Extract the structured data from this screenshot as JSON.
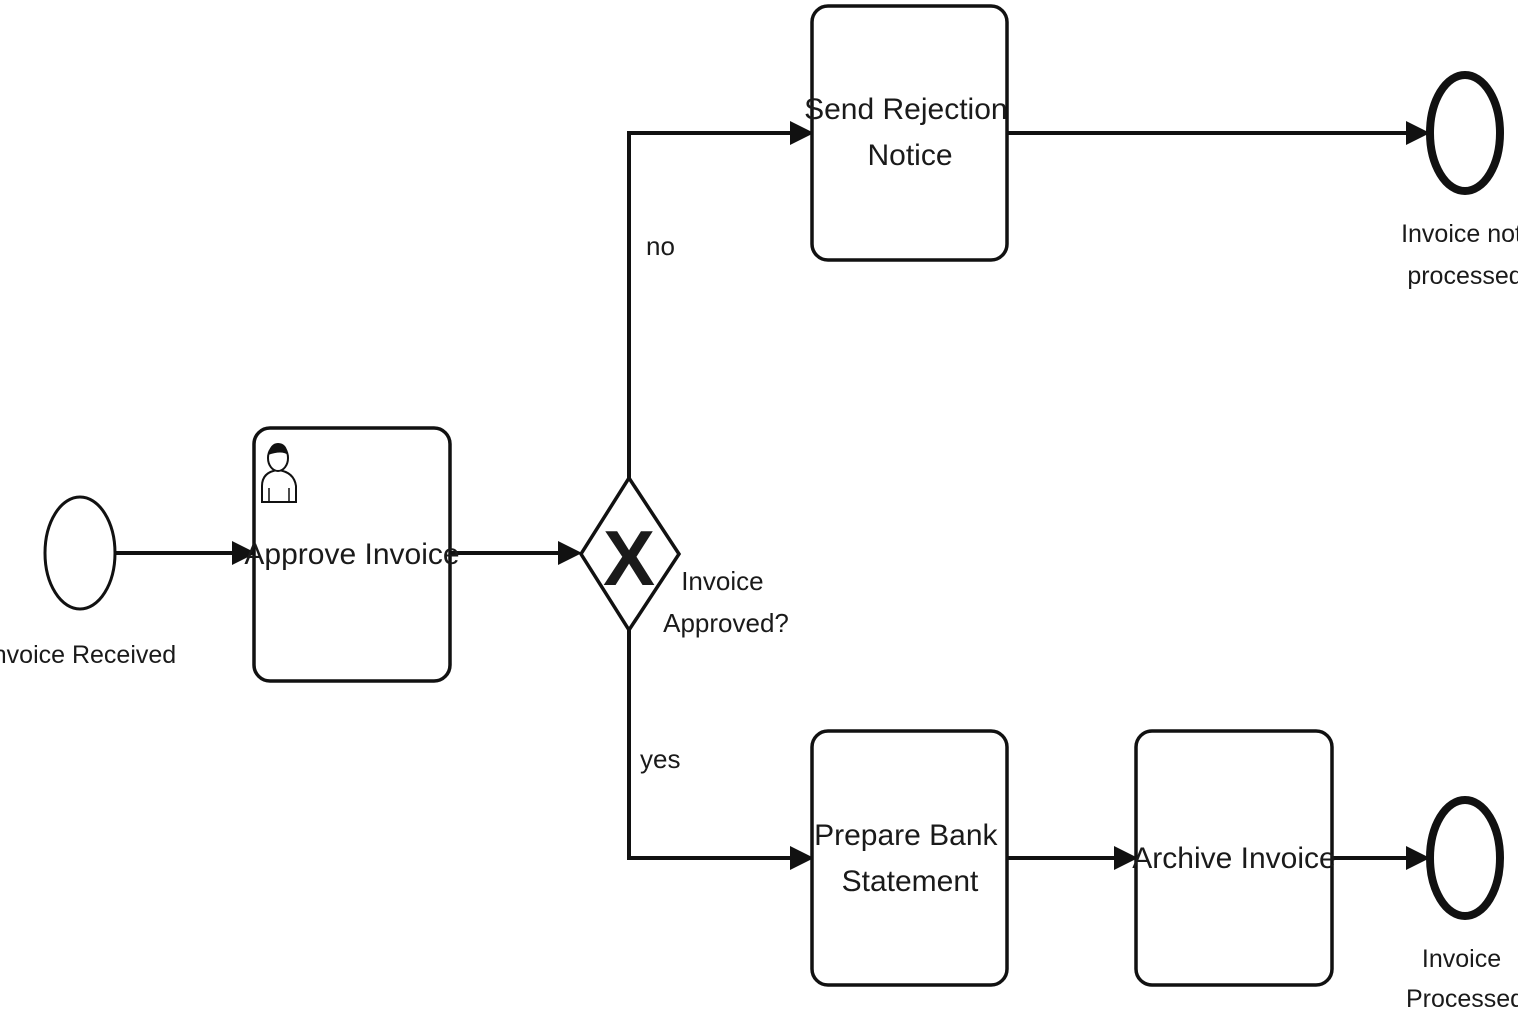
{
  "diagram": {
    "events": {
      "start_label": "Invoice Received",
      "end_rejected_label_lines": [
        "Invoice not",
        "processed"
      ],
      "end_processed_label_lines": [
        "Invoice",
        "Processed"
      ]
    },
    "tasks": {
      "approve": {
        "label_lines": [
          "Approve Invoice"
        ],
        "icon": "user-icon"
      },
      "reject": {
        "label_lines": [
          "Send Rejection",
          "Notice"
        ]
      },
      "prepare": {
        "label_lines": [
          "Prepare Bank",
          "Statement"
        ]
      },
      "archive": {
        "label_lines": [
          "Archive Invoice"
        ]
      }
    },
    "gateway": {
      "type": "exclusive",
      "marker": "X",
      "label_lines": [
        "Invoice",
        "Approved?"
      ]
    },
    "flows": {
      "no_label": "no",
      "yes_label": "yes"
    }
  }
}
